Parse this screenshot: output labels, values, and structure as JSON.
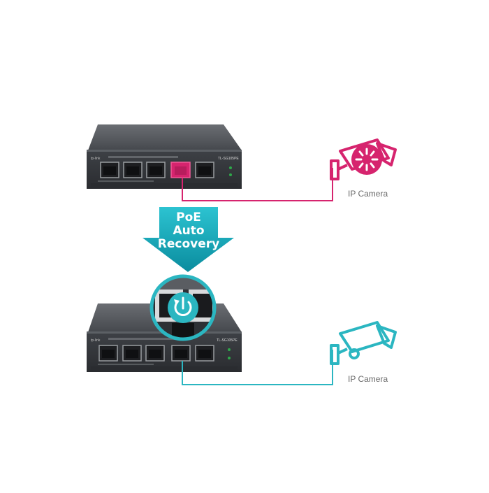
{
  "arrow": {
    "line1": "PoE",
    "line2": "Auto",
    "line3": "Recovery"
  },
  "top_switch": {
    "model_label": "TL-SG105PE",
    "state": "fault"
  },
  "bottom_switch": {
    "model_label": "TL-SG105PE",
    "state": "recovered"
  },
  "top_camera": {
    "label": "IP Camera",
    "icon": "ip-camera-icon",
    "badge_icon": "loading-spinner-icon"
  },
  "bottom_camera": {
    "label": "IP Camera",
    "icon": "ip-camera-icon"
  },
  "magnifier": {
    "icon": "power-restart-icon"
  },
  "colors": {
    "fault": "#d6246e",
    "recovered": "#2bb6c1",
    "arrow_top": "#22b8c8",
    "arrow_bottom": "#0b8fa0",
    "switch_body": "#3b3e43"
  }
}
